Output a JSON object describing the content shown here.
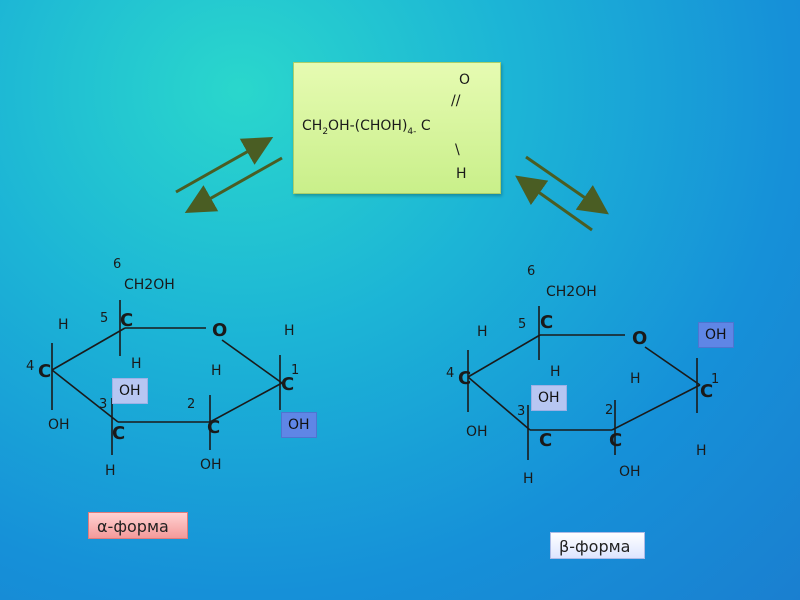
{
  "open_chain": {
    "o": "O",
    "double_bond": "//",
    "formula_main": "CH",
    "formula_sub2": "2",
    "formula_mid": "OH-(CHOH)",
    "formula_sub4": "4-",
    "formula_c": " C",
    "single_bond": "\\",
    "h": "H"
  },
  "alpha": {
    "ch2oh": "CH2OH",
    "n6": "6",
    "n5": "5",
    "n4": "4",
    "n3": "3",
    "n2": "2",
    "n1": "1",
    "c5": "C",
    "o_ring": "O",
    "c1": "C",
    "c4": "C",
    "c3": "C",
    "c2": "C",
    "h5": "H",
    "h1": "H",
    "h3_top": "H",
    "h2_top": "H",
    "h3_bottom": "H",
    "oh3": "OH",
    "oh4": "OH",
    "oh2": "OH",
    "oh1": "OH",
    "caption": "α-форма"
  },
  "beta": {
    "ch2oh": "CH2OH",
    "n6": "6",
    "n5": "5",
    "n4": "4",
    "n3": "3",
    "n2": "2",
    "n1": "1",
    "c5": "C",
    "o_ring": "O",
    "c1": "C",
    "c4": "C",
    "c3": "C",
    "c2": "C",
    "h5": "H",
    "h3_top": "H",
    "h2_top": "H",
    "h3_bottom": "H",
    "h1": "H",
    "oh1": "OH",
    "oh3": "OH",
    "oh4": "OH",
    "oh2": "OH",
    "caption": "β-форма"
  }
}
